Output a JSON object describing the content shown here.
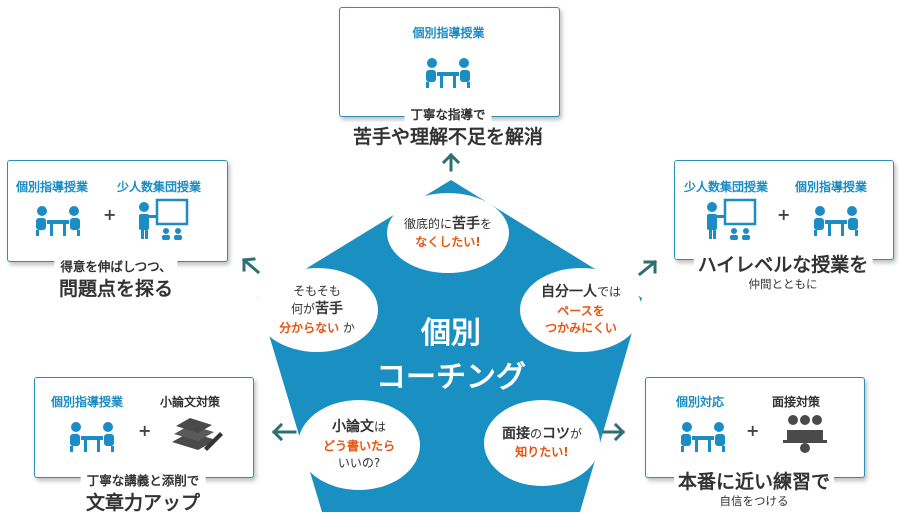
{
  "center": {
    "line1": "個別",
    "line2": "コーチング"
  },
  "bubbles": {
    "top": {
      "p1": "徹底的に",
      "p2": "苦手",
      "p3": "を",
      "p4": "なくしたい!"
    },
    "right": {
      "p1": "自分一人",
      "p2": "では",
      "p3": "ペースを",
      "p4": "つかみにくい"
    },
    "left": {
      "p1": "そもそも",
      "p2": "何が",
      "p3": "苦手",
      "p4": "分からない",
      "p5": "か"
    },
    "bl": {
      "p1": "小論文",
      "p2": "は",
      "p3": "どう書いたら",
      "p4": "いいの?"
    },
    "br": {
      "p1": "面接",
      "p2": "の",
      "p3": "コツ",
      "p4": "が",
      "p5": "知りたい!"
    }
  },
  "cards": {
    "top": {
      "label": "個別指導授業",
      "sub": "丁寧な指導で",
      "title": "苦手や理解不足を解消"
    },
    "left": {
      "label1": "個別指導授業",
      "label2": "少人数集団授業",
      "sub": "得意を伸ばしつつ、",
      "title": "問題点を探る"
    },
    "right": {
      "label1": "少人数集団授業",
      "label2": "個別指導授業",
      "title": "ハイレベルな授業を",
      "sub": "仲間とともに"
    },
    "bl": {
      "label1": "個別指導授業",
      "label2": "小論文対策",
      "sub": "丁寧な講義と添削で",
      "title": "文章力アップ"
    },
    "br": {
      "label1": "個別対応",
      "label2": "面接対策",
      "title": "本番に近い練習で",
      "sub": "自信をつける"
    }
  },
  "plus": "+",
  "colors": {
    "pentagon": "#1a8fc1",
    "label": "#1b8cc4",
    "accent": "#e8540f",
    "arrow": "#2e6f73"
  }
}
